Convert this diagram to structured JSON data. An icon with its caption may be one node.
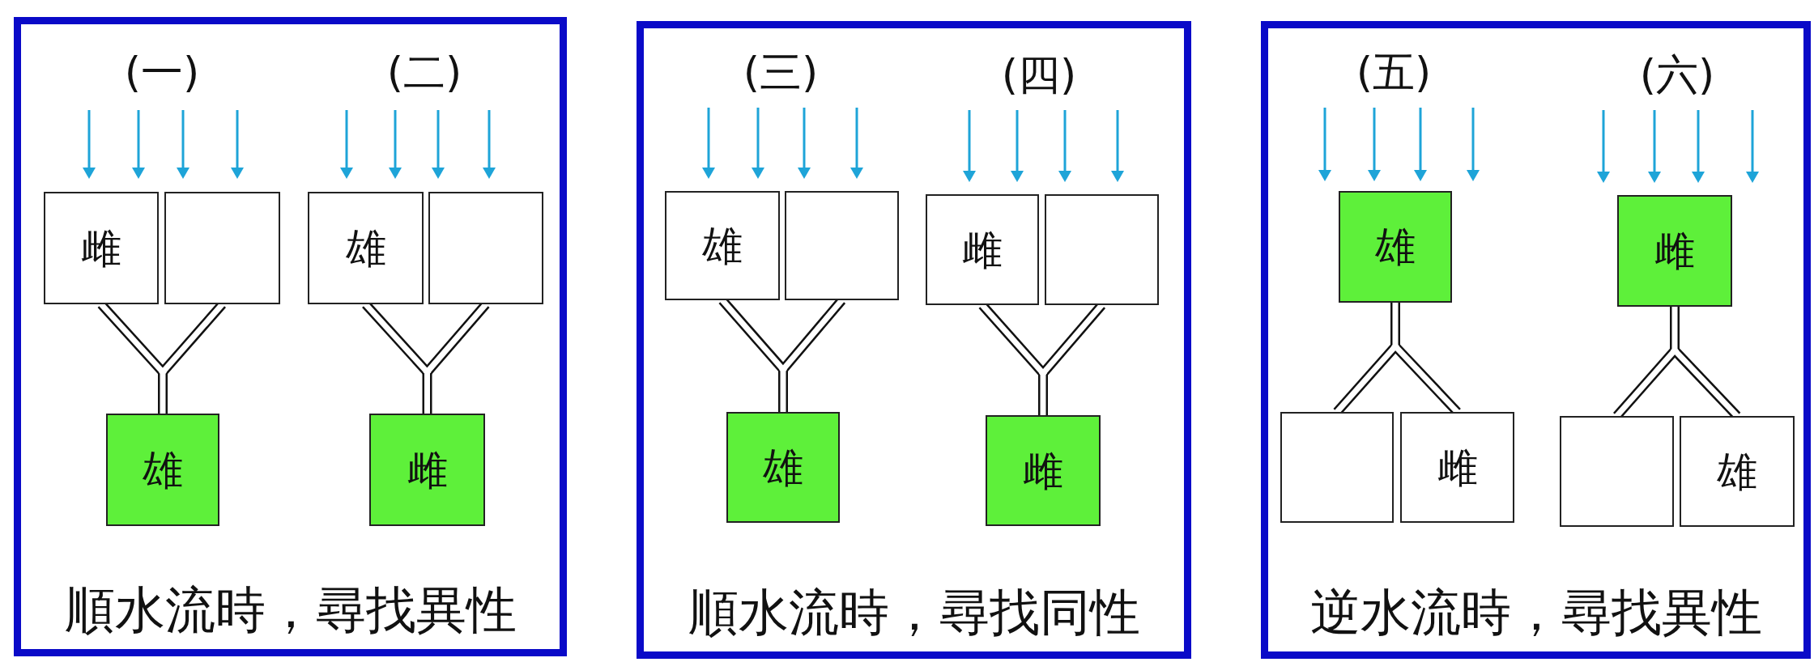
{
  "diagram": {
    "nodes": [
      {
        "text": [
          "順水流時，尋找異性"
        ]
      },
      {
        "text": [
          "雌"
        ],
        "in": 0
      },
      {
        "text": [],
        "shape": "box",
        "in": 0
      },
      {
        "text": [
          "雄"
        ],
        "in": 0
      },
      {
        "text": [
          "雄"
        ],
        "in": 0
      },
      {
        "text": [],
        "shape": "box",
        "in": 0
      },
      {
        "text": [
          "雌"
        ],
        "in": 0
      },
      {
        "text": [
          "順水流時，尋找同性"
        ]
      },
      {
        "text": [
          "雄"
        ],
        "in": 7
      },
      {
        "text": [],
        "shape": "box",
        "in": 7
      },
      {
        "text": [
          "雄"
        ],
        "in": 7
      },
      {
        "text": [
          "雌"
        ],
        "in": 7
      },
      {
        "text": [],
        "shape": "box",
        "in": 7
      },
      {
        "text": [
          "雌"
        ],
        "in": 7
      },
      {
        "text": [
          "逆水流時，尋找異性"
        ]
      },
      {
        "text": [
          "雄"
        ],
        "in": 14
      },
      {
        "text": [],
        "shape": "box",
        "in": 14
      },
      {
        "text": [
          "雌"
        ],
        "in": 14
      },
      {
        "text": [
          "雌"
        ],
        "in": 14
      },
      {
        "text": [],
        "shape": "box",
        "in": 14
      },
      {
        "text": [
          "雄"
        ],
        "in": 14
      }
    ],
    "edges": [
      {
        "from": 1,
        "to": 3,
        "arrow": "none"
      },
      {
        "from": 2,
        "to": 3,
        "arrow": "none"
      },
      {
        "from": 4,
        "to": 6,
        "arrow": "none"
      },
      {
        "from": 5,
        "to": 6,
        "arrow": "none"
      },
      {
        "from": 8,
        "to": 10,
        "arrow": "none"
      },
      {
        "from": 9,
        "to": 10,
        "arrow": "none"
      },
      {
        "from": 11,
        "to": 13,
        "arrow": "none"
      },
      {
        "from": 12,
        "to": 13,
        "arrow": "none"
      },
      {
        "from": 15,
        "to": 16,
        "arrow": "none"
      },
      {
        "from": 15,
        "to": 17,
        "arrow": "none"
      },
      {
        "from": 18,
        "to": 19,
        "arrow": "none"
      },
      {
        "from": 18,
        "to": 20,
        "arrow": "none"
      }
    ],
    "labels": [
      "(一)",
      "(二)",
      "(三)",
      "(四)",
      "(五)",
      "(六)"
    ]
  }
}
